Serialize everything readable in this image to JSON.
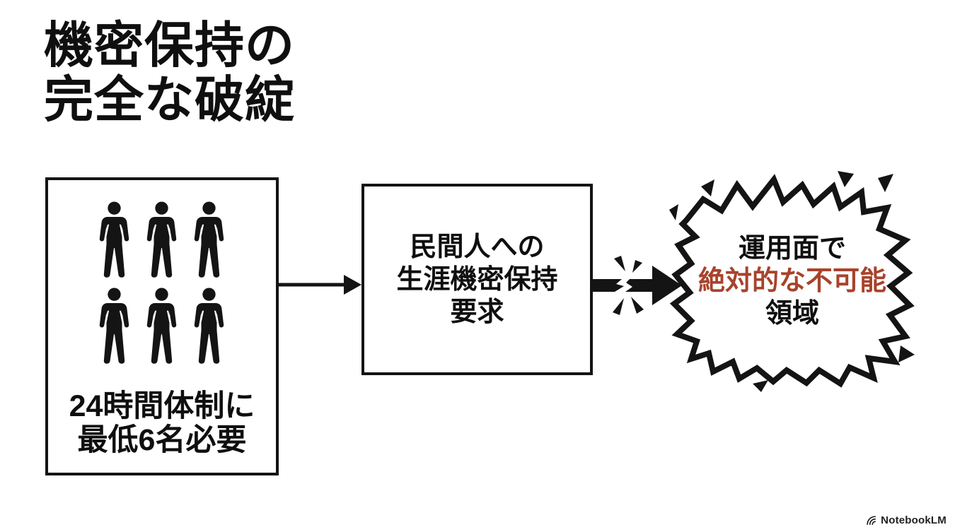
{
  "slide": {
    "title": {
      "line1": "機密保持の",
      "line2": "完全な破綻"
    },
    "flow": {
      "staff_box": {
        "person_count": 6,
        "person_icon": "person-icon",
        "caption_line1": "24時間体制に",
        "caption_line2": "最低6名必要"
      },
      "arrow1_icon": "arrow-right-icon",
      "requirement_box": {
        "line1": "民間人への",
        "line2": "生涯機密保持",
        "line3": "要求"
      },
      "arrow2_icon": "broken-impact-arrow-icon",
      "impossible_burst": {
        "shape": "explosion-burst",
        "line1": "運用面で",
        "line2": "絶対的な不可能",
        "line3": "領域",
        "highlight_color": "#a8432c"
      }
    },
    "footer": {
      "brand": "NotebookLM",
      "brand_icon": "notebooklm-logo-icon"
    }
  },
  "colors": {
    "ink": "#141414",
    "highlight_red": "#a8432c",
    "background": "#ffffff"
  }
}
